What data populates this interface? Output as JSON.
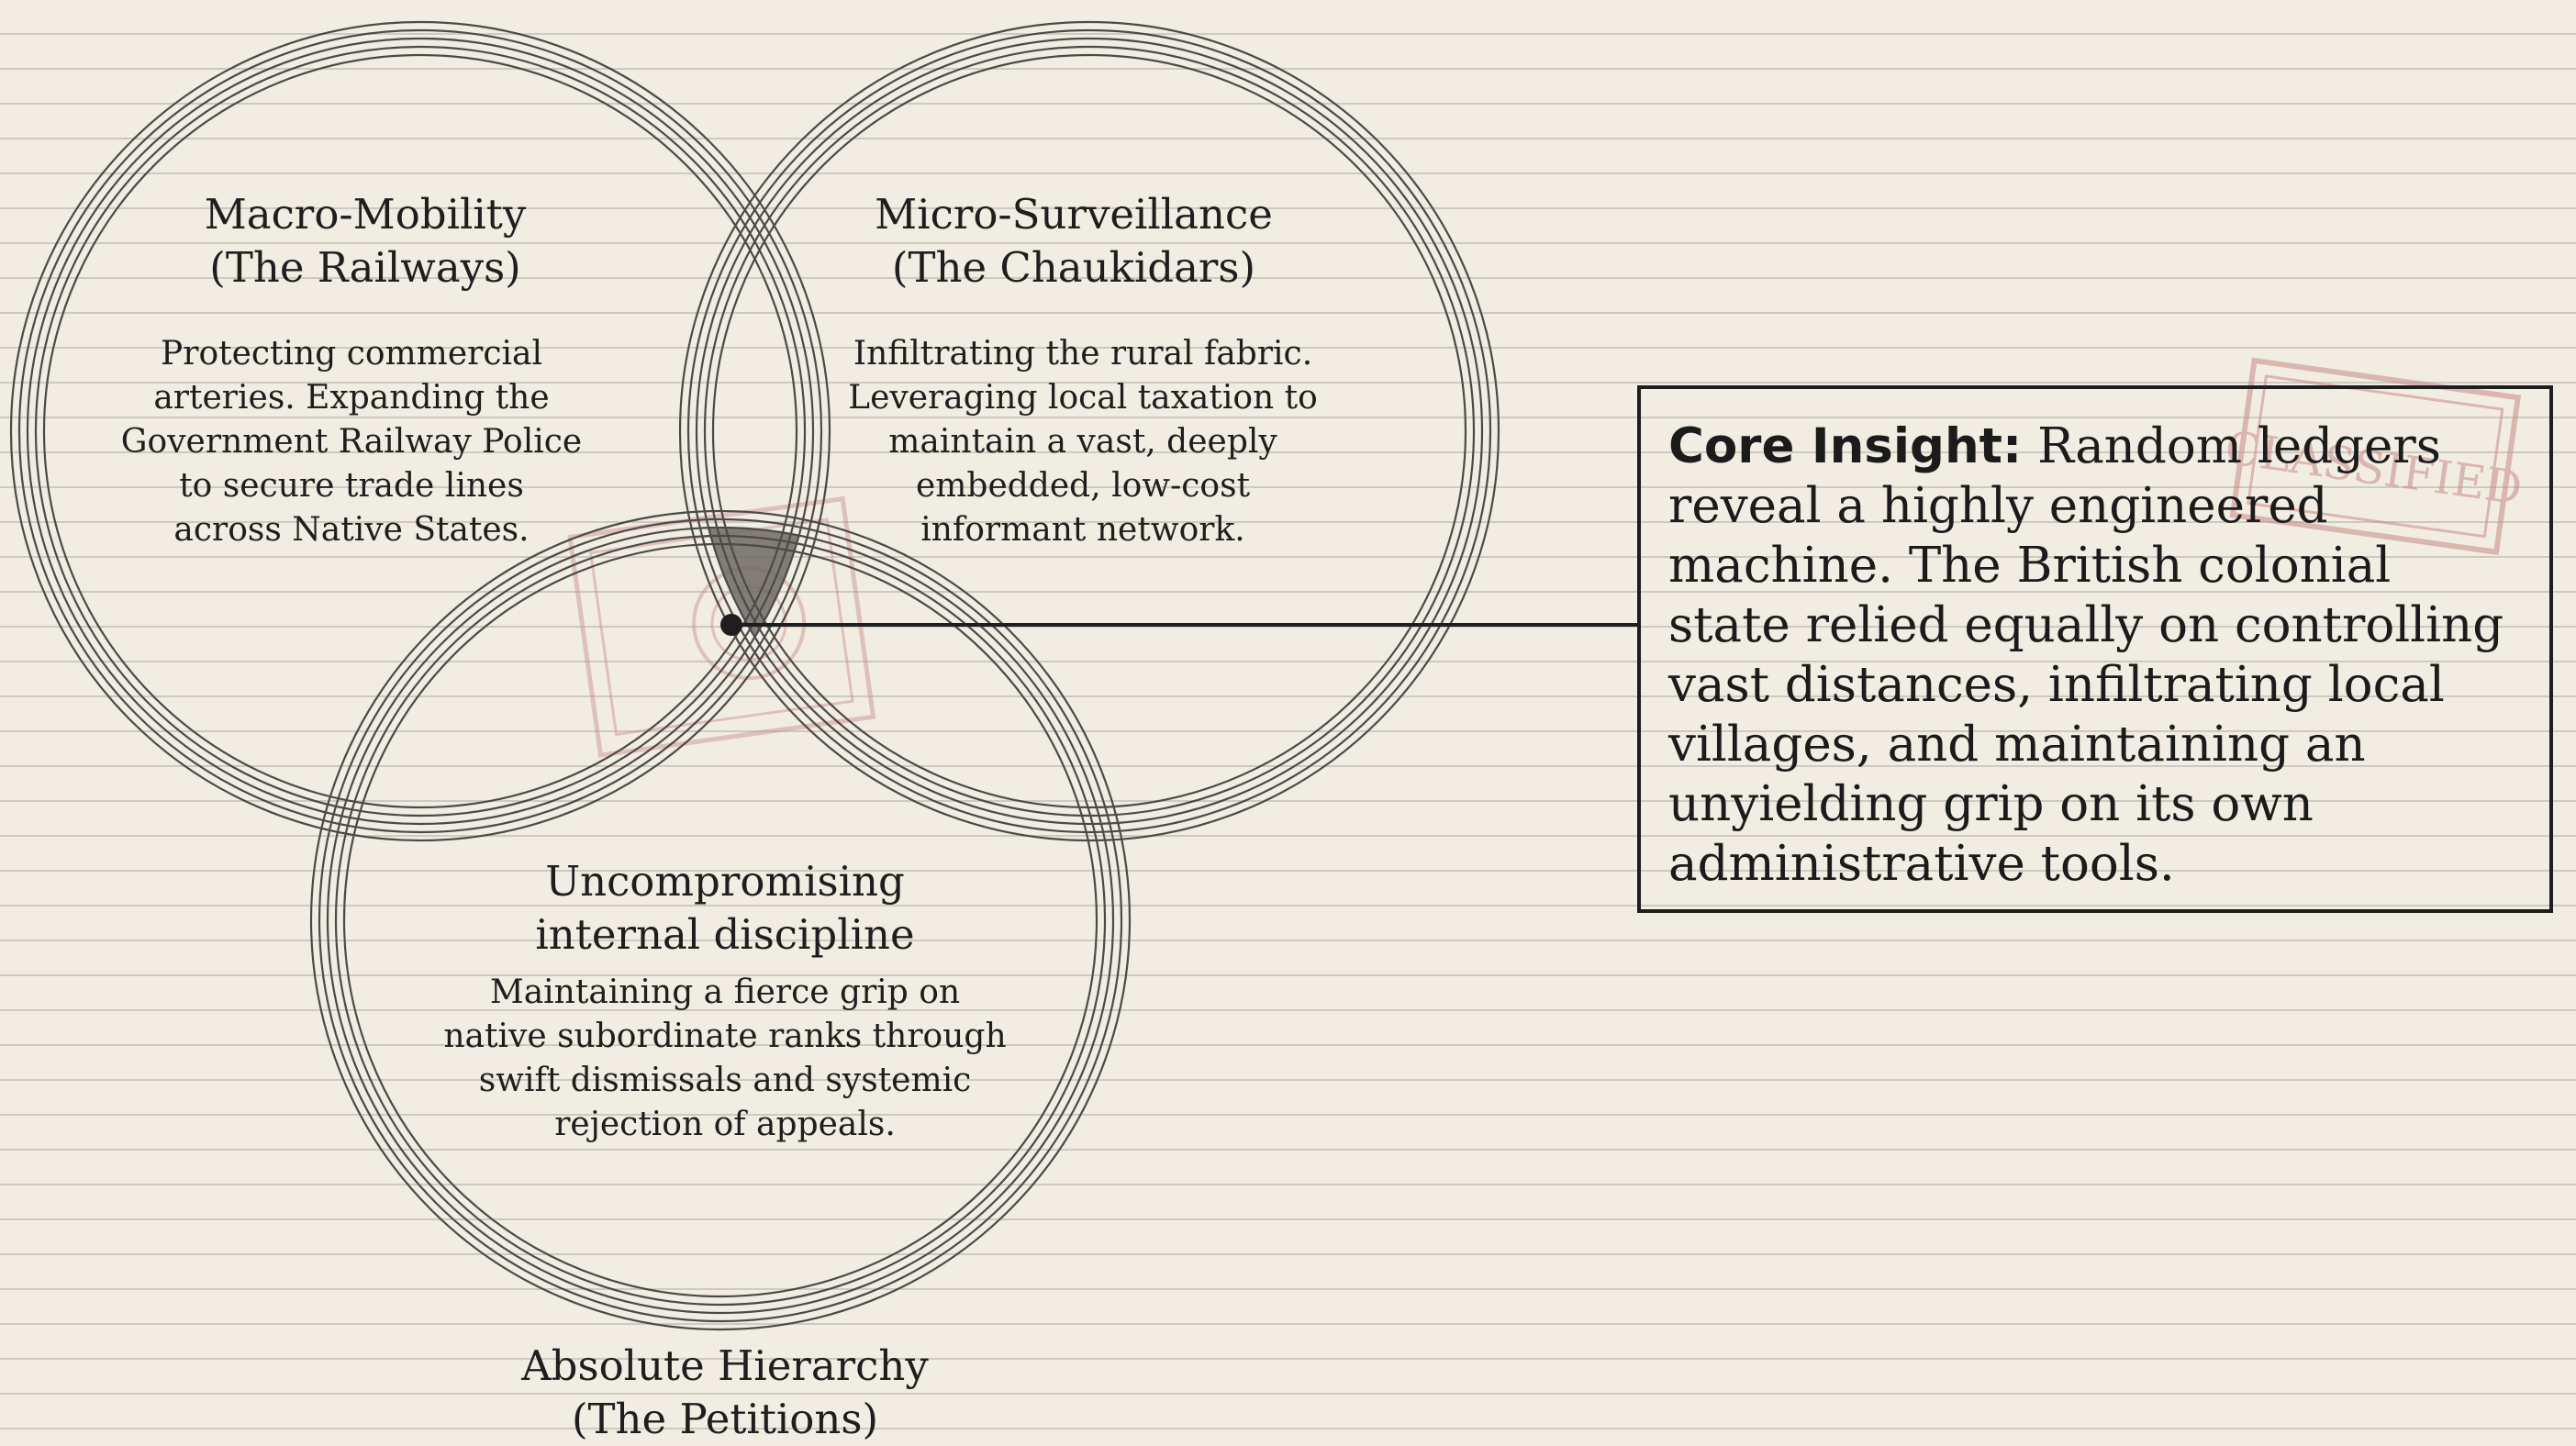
{
  "diagram": {
    "type": "venn",
    "sets": {
      "railways": {
        "title_line1": "Macro-Mobility",
        "title_line2": "(The Railways)",
        "description": [
          "Protecting commercial",
          "arteries. Expanding the",
          "Government Railway Police",
          "to secure trade lines",
          "across Native States."
        ]
      },
      "chaukidars": {
        "title_line1": "Micro-Surveillance",
        "title_line2": "(The Chaukidars)",
        "description": [
          "Infiltrating the rural fabric.",
          "Leveraging local taxation to",
          "maintain a vast, deeply",
          "embedded, low-cost",
          "informant network."
        ]
      },
      "petitions": {
        "inner_title_line1": "Uncompromising",
        "inner_title_line2": "internal discipline",
        "description": [
          "Maintaining a fierce grip on",
          "native subordinate ranks through",
          "swift dismissals and systemic",
          "rejection of appeals."
        ],
        "title_line1": "Absolute Hierarchy",
        "title_line2": "(The Petitions)"
      }
    },
    "callout": {
      "label": "Core Insight:",
      "text": "Random ledgers reveal a highly engineered machine. The British colonial state relied equally on controlling vast distances, infiltrating local villages, and maintaining an unyielding grip on its own administrative tools."
    },
    "stamp": {
      "text": "CLASSIFIED"
    }
  },
  "colors": {
    "paper": "#f2ede2",
    "ruled_line": "#cfcac0",
    "ink": "#1e1e1e",
    "circle_stroke": "#4a4a4a",
    "intersection_fill": "#6e6862",
    "stamp_red": "#c98a8a"
  }
}
